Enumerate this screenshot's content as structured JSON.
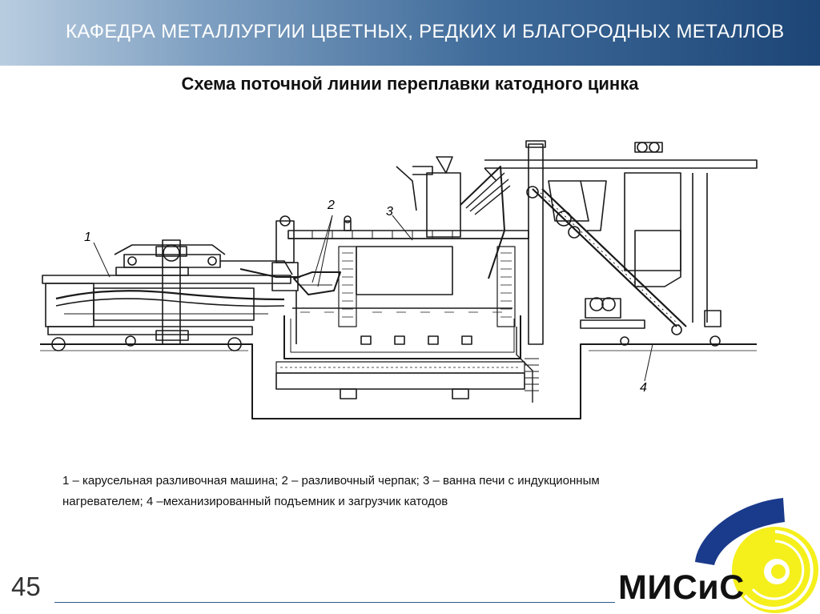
{
  "header": {
    "title": "КАФЕДРА МЕТАЛЛУРГИИ ЦВЕТНЫХ, РЕДКИХ И БЛАГОРОДНЫХ МЕТАЛЛОВ"
  },
  "slide": {
    "title": "Схема поточной линии переплавки катодного цинка",
    "caption": "1 – карусельная разливочная машина; 2 – разливочный черпак; 3 – ванна печи с индукционным нагревателем; 4 –механизированный подъемник и загрузчик катодов",
    "page_number": "45"
  },
  "diagram": {
    "labels": {
      "l1": "1",
      "l2": "2",
      "l3": "3",
      "l4": "4"
    }
  },
  "logo": {
    "text": "МИСиС"
  },
  "colors": {
    "header_dark": "#1d4677",
    "header_light": "#b9cde0",
    "logo_blue": "#1a3a8c",
    "logo_yellow": "#f5ef1c"
  }
}
